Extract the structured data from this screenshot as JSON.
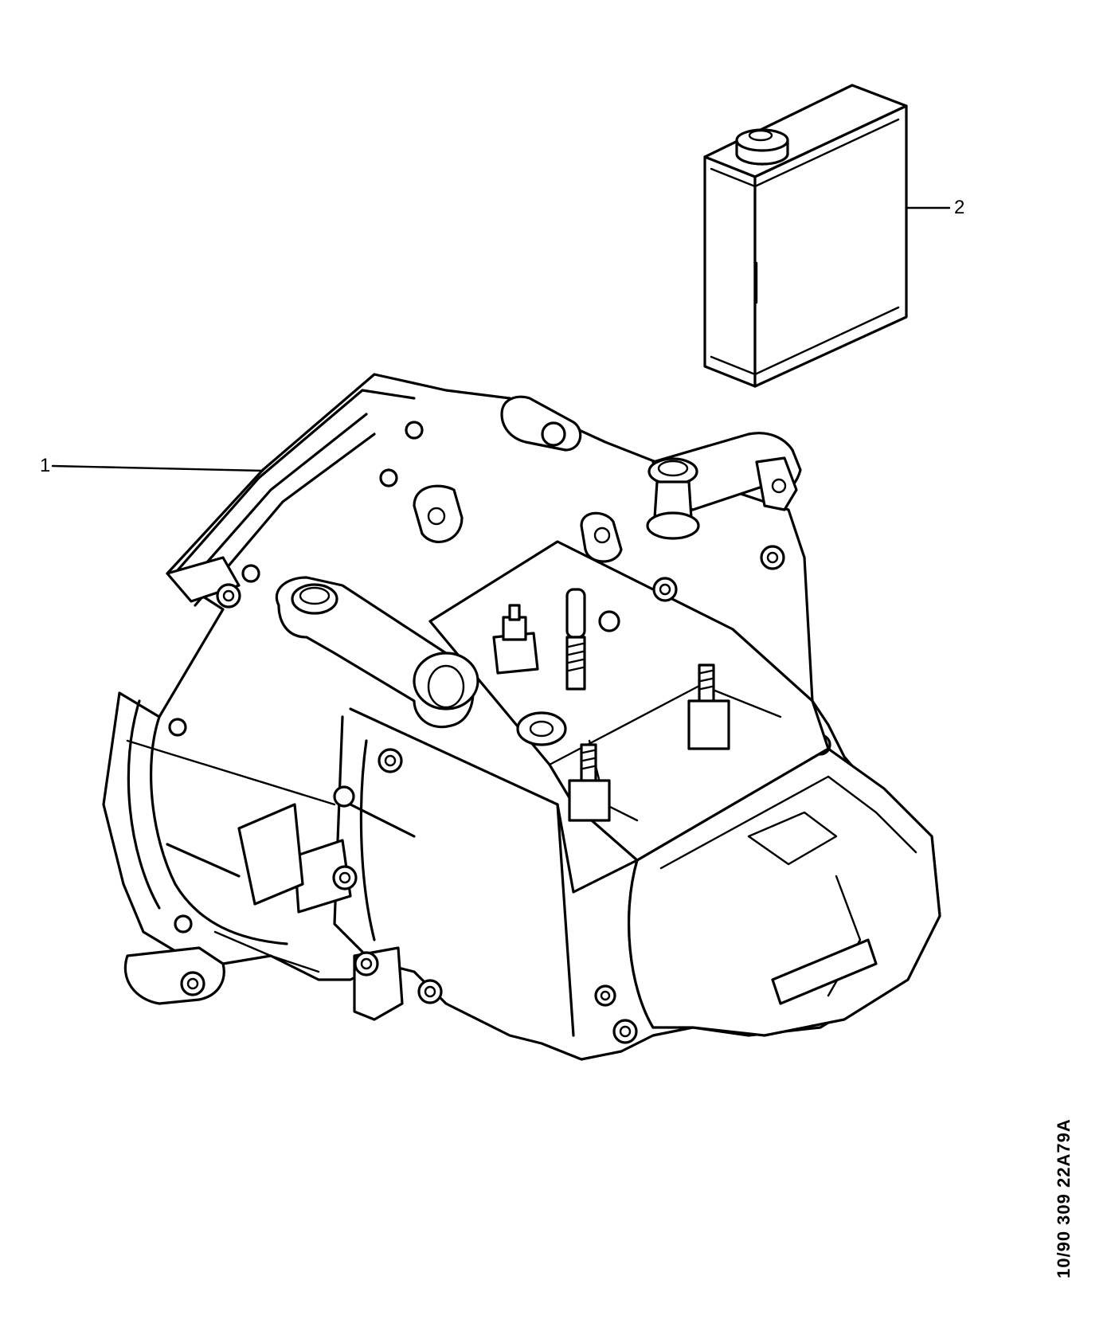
{
  "callouts": [
    {
      "label": "1"
    },
    {
      "label": "2"
    }
  ],
  "reference_code": "10/90 309 22A79A"
}
